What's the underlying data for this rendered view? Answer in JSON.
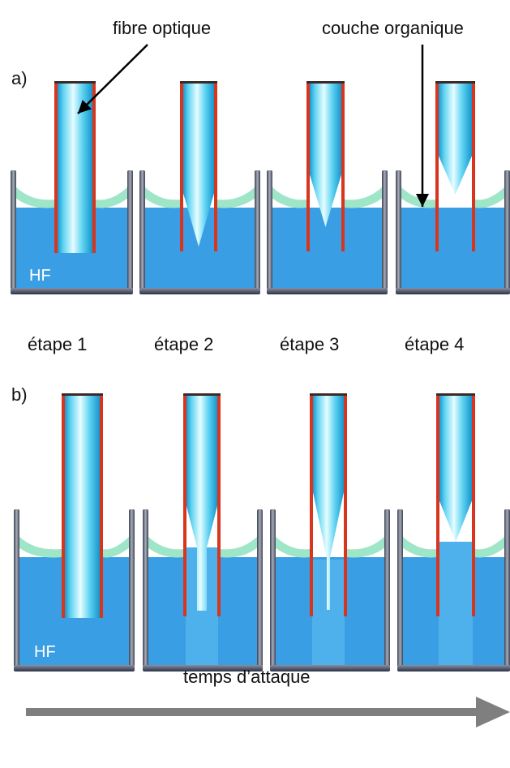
{
  "labels": {
    "fibre": "fibre optique",
    "couche": "couche organique",
    "panel_a": "a)",
    "panel_b": "b)",
    "hf_a": "HF",
    "hf_b": "HF",
    "time": "temps d’attaque"
  },
  "steps": [
    "étape  1",
    "étape  2",
    "étape  3",
    "étape  4"
  ],
  "colors": {
    "liquid": "#3a9ee4",
    "organic_layer": "#9fe6c8",
    "fibre_coating": "#d8351f",
    "fibre_core_light": "#d8fbff",
    "fibre_core_mid": "#5fd3f2",
    "fibre_core_dark": "#0f8fc9",
    "beaker_wall": "#6e7486",
    "arrow": "#7f7f7f"
  }
}
